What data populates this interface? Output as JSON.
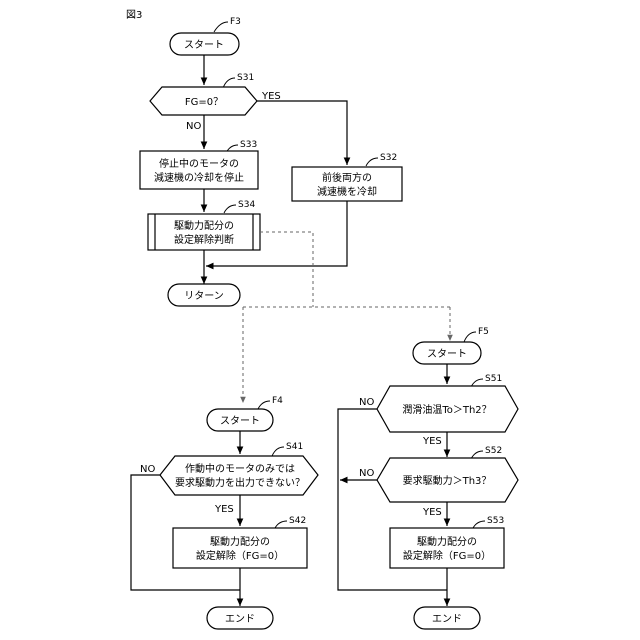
{
  "figure_label": "図3",
  "flow_f3": {
    "ref": "F3",
    "start": "スタート",
    "decision_s31": {
      "ref": "S31",
      "text": "FG=0？",
      "yes": "YES",
      "no": "NO"
    },
    "s33": {
      "ref": "S33",
      "lines": [
        "停止中のモータの",
        "減速機の冷却を停止"
      ]
    },
    "s32": {
      "ref": "S32",
      "lines": [
        "前後両方の",
        "減速機を冷却"
      ]
    },
    "s34": {
      "ref": "S34",
      "lines": [
        "駆動力配分の",
        "設定解除判断"
      ]
    },
    "return": "リターン"
  },
  "flow_f4": {
    "ref": "F4",
    "start": "スタート",
    "decision_s41": {
      "ref": "S41",
      "lines": [
        "作動中のモータのみでは",
        "要求駆動力を出力できない？"
      ],
      "yes": "YES",
      "no": "NO"
    },
    "s42": {
      "ref": "S42",
      "lines": [
        "駆動力配分の",
        "設定解除（FG=0）"
      ]
    },
    "end": "エンド"
  },
  "flow_f5": {
    "ref": "F5",
    "start": "スタート",
    "decision_s51": {
      "ref": "S51",
      "text": "潤滑油温To＞Th2？",
      "yes": "YES",
      "no": "NO"
    },
    "decision_s52": {
      "ref": "S52",
      "text": "要求駆動力＞Th3？",
      "yes": "YES",
      "no": "NO"
    },
    "s53": {
      "ref": "S53",
      "lines": [
        "駆動力配分の",
        "設定解除（FG=0）"
      ]
    },
    "end": "エンド"
  }
}
